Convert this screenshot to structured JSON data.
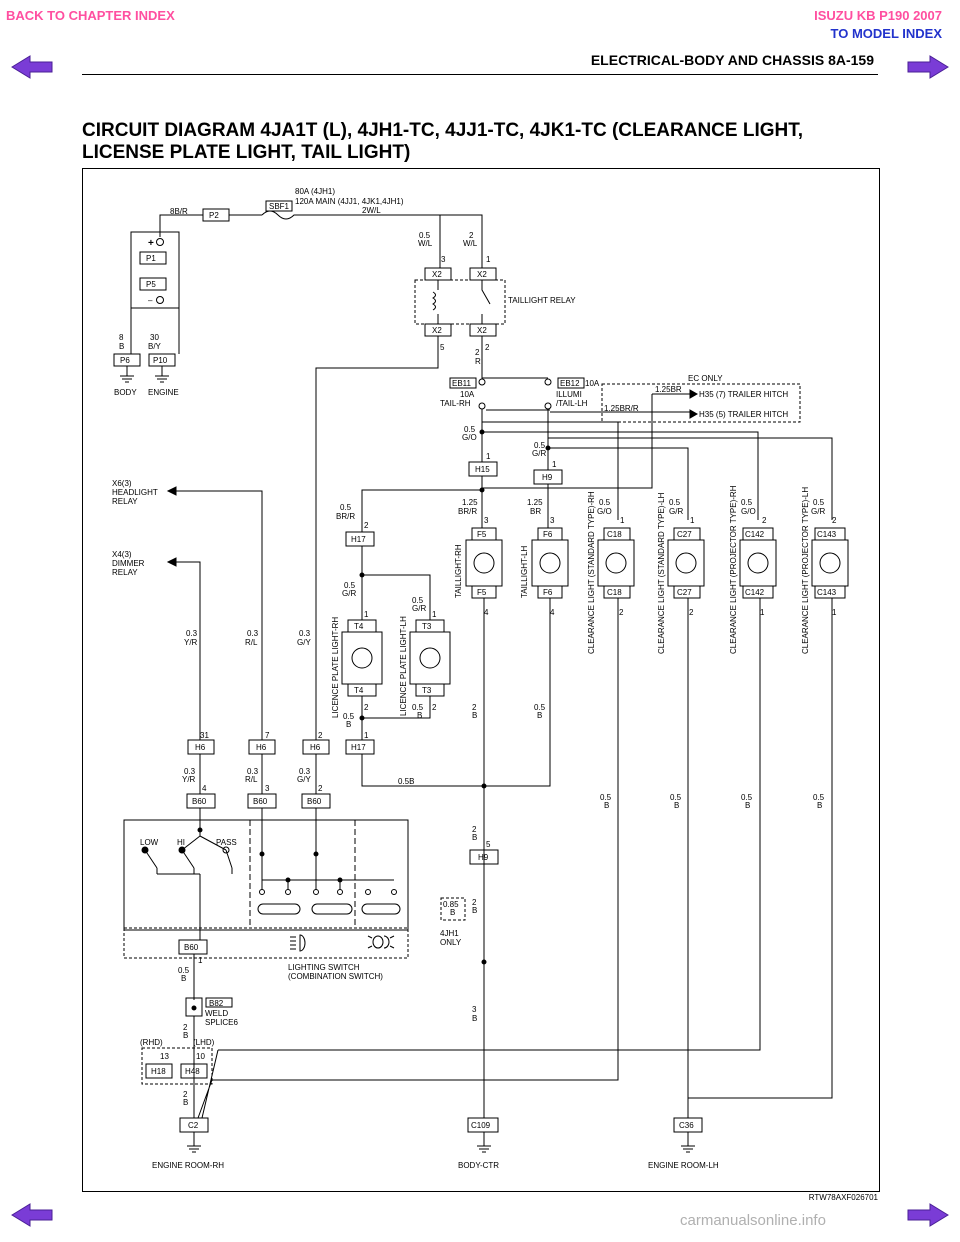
{
  "nav": {
    "back_to_chapter": "BACK TO CHAPTER INDEX",
    "model_title": "ISUZU KB P190 2007",
    "to_model_index": "TO MODEL INDEX"
  },
  "header": {
    "section_title": "ELECTRICAL-BODY AND CHASSIS  8A-159"
  },
  "title": {
    "line1": "CIRCUIT DIAGRAM 4JA1T (L), 4JH1-TC, 4JJ1-TC, 4JK1-TC (CLEARANCE LIGHT,",
    "line2": "LICENSE PLATE LIGHT, TAIL LIGHT)"
  },
  "diagram": {
    "fuse_main": {
      "line1": "80A (4JH1)",
      "line2": "120A MAIN (4JJ1, 4JK1,4JH1)",
      "wire": "2W/L",
      "id": "SBF1"
    },
    "battery": {
      "wire_top": "8B/R",
      "conn_top": "P2",
      "conn1": "P1",
      "conn2": "P5",
      "plus": "+",
      "minus": "–"
    },
    "grounds_left": {
      "w1": "8",
      "w1c": "B",
      "w2": "30",
      "w2c": "B/Y",
      "c1": "P6",
      "c2": "P10",
      "g1": "BODY",
      "g2": "ENGINE"
    },
    "relay": {
      "label": "TAILLIGHT RELAY",
      "conn": "X2",
      "p3": "3",
      "p1": "1",
      "p5": "5",
      "p2": "2",
      "w1": "0.5",
      "w1c": "W/L",
      "w2": "2",
      "w2c": "W/L",
      "w3": "2",
      "w3c": "R"
    },
    "fuses": {
      "eb11": {
        "id": "EB11",
        "line1": "10A",
        "line2": "TAIL-RH"
      },
      "eb12": {
        "id": "EB12",
        "amp": "10A",
        "line1": "ILLUMI",
        "line2": "/TAIL-LH"
      }
    },
    "ec_only": {
      "label": "EC ONLY",
      "w1": "1.25BR",
      "w2": "1.25BR/R",
      "dest1": "H35 (7) TRAILER HITCH",
      "dest2": "H35 (5) TRAILER HITCH"
    },
    "wires": {
      "go": "0.5\nG/O",
      "gr": "0.5\nG/R"
    },
    "connectors": {
      "h15": "H15",
      "h9": "H9",
      "h17": "H17",
      "h6": "H6",
      "b60": "B60",
      "b82": "B82",
      "h18": "H18",
      "h48": "H48",
      "c2": "C2",
      "c109": "C109",
      "c36": "C36"
    },
    "relays_right": {
      "headlight": {
        "line1": "X6(3)",
        "line2": "HEADLIGHT",
        "line3": "RELAY"
      },
      "dimmer": {
        "line1": "X4(3)",
        "line2": "DIMMER",
        "line3": "RELAY"
      }
    },
    "lamps": [
      {
        "id": "T4",
        "name": "LICENCE PLATE LIGHT-RH"
      },
      {
        "id": "T3",
        "name": "LICENCE PLATE LIGHT-LH"
      },
      {
        "id": "F5",
        "name": "TAILLIGHT-RH"
      },
      {
        "id": "F6",
        "name": "TAILLIGHT-LH"
      },
      {
        "id": "C18",
        "name": "CLEARANCE LIGHT (STANDARD TYPE)-RH"
      },
      {
        "id": "C27",
        "name": "CLEARANCE LIGHT (STANDARD TYPE)-LH"
      },
      {
        "id": "C142",
        "name": "CLEARANCE LIGHT (PROJECTOR TYPE)-RH"
      },
      {
        "id": "C143",
        "name": "CLEARANCE LIGHT (PROJECTOR TYPE)-LH"
      }
    ],
    "switch": {
      "label1": "LIGHTING SWITCH",
      "label2": "(COMBINATION SWITCH)",
      "low": "LOW",
      "hi": "HI",
      "pass": "PASS"
    },
    "splice": {
      "line1": "WELD",
      "line2": "SPLICE6"
    },
    "only_4jh1": {
      "line1": "4JH1",
      "line2": "ONLY"
    },
    "rhd": "(RHD)",
    "lhd": "(LHD)",
    "bottom_grounds": {
      "g1": "ENGINE ROOM-RH",
      "g2": "BODY-CTR",
      "g3": "ENGINE ROOM-LH"
    },
    "w05b_bus": "0.5B"
  },
  "figure_code": "RTW78AXF026701",
  "watermark": "carmanualsonline.info",
  "colors": {
    "nav_pink": "#ff4fa0",
    "nav_blue": "#2233cc",
    "arrow_purple": "#7a3cd6"
  }
}
